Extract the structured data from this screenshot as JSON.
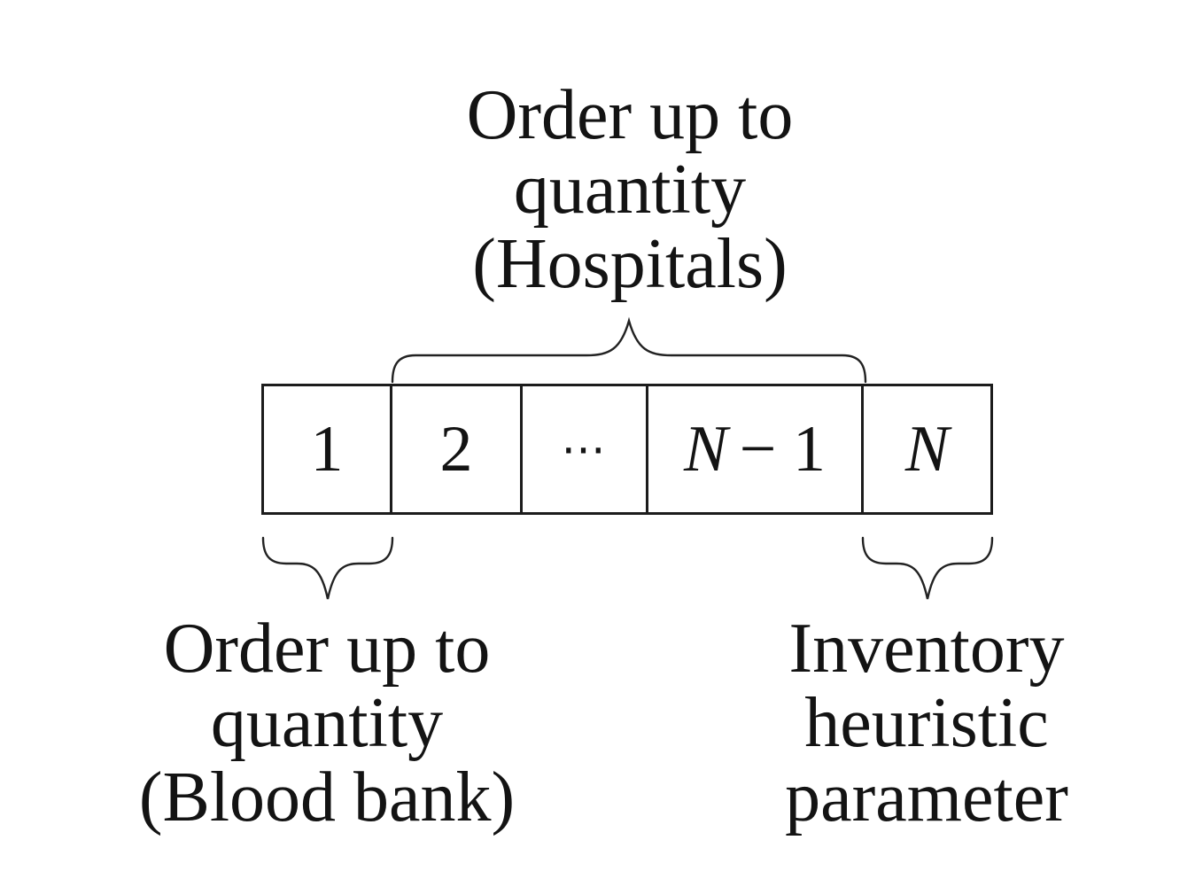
{
  "colors": {
    "background": "#ffffff",
    "line": "#1c1c1c",
    "text": "#131313"
  },
  "array": {
    "cells": [
      {
        "label": "1"
      },
      {
        "label": "2"
      },
      {
        "label": "⋯"
      },
      {
        "var": "N",
        "rest": "− 1"
      },
      {
        "var": "N",
        "rest": ""
      }
    ]
  },
  "annotations": {
    "top": {
      "lines": [
        "Order up to",
        "quantity",
        "(Hospitals)"
      ]
    },
    "bottom_left": {
      "lines": [
        "Order up to",
        "quantity",
        "(Blood bank)"
      ]
    },
    "bottom_right": {
      "lines": [
        "Inventory",
        "heuristic",
        "parameter"
      ]
    }
  },
  "icons": {
    "top_brace": "overbrace",
    "bottom_left_brace": "underbrace",
    "bottom_right_brace": "underbrace"
  }
}
